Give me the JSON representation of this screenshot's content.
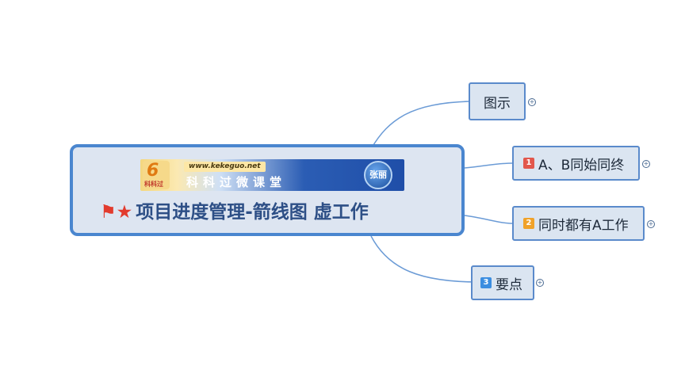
{
  "mindmap": {
    "central": {
      "banner": {
        "logo_mark": "6",
        "logo_text": "科科过",
        "site": "www.kekeguo.net",
        "tagline": "科科过微课堂",
        "author": "张丽"
      },
      "title": "项目进度管理-箭线图 虚工作",
      "markers": [
        "flag-icon",
        "star-icon"
      ]
    },
    "topics": [
      {
        "label": "图示",
        "badge": "",
        "expand": "+"
      },
      {
        "label": "A、B同始同终",
        "badge": "1",
        "badge_color": "#e2574c",
        "expand": "+"
      },
      {
        "label": "同时都有A工作",
        "badge": "2",
        "badge_color": "#f0a22a",
        "expand": "+"
      },
      {
        "label": "要点",
        "badge": "3",
        "badge_color": "#3b8de0",
        "expand": "+"
      }
    ]
  },
  "colors": {
    "central_border": "#4a86cf",
    "node_fill": "#dbe5f1",
    "node_border": "#5a8acb",
    "link": "#6b9bd6",
    "title_text": "#2d4f86"
  }
}
